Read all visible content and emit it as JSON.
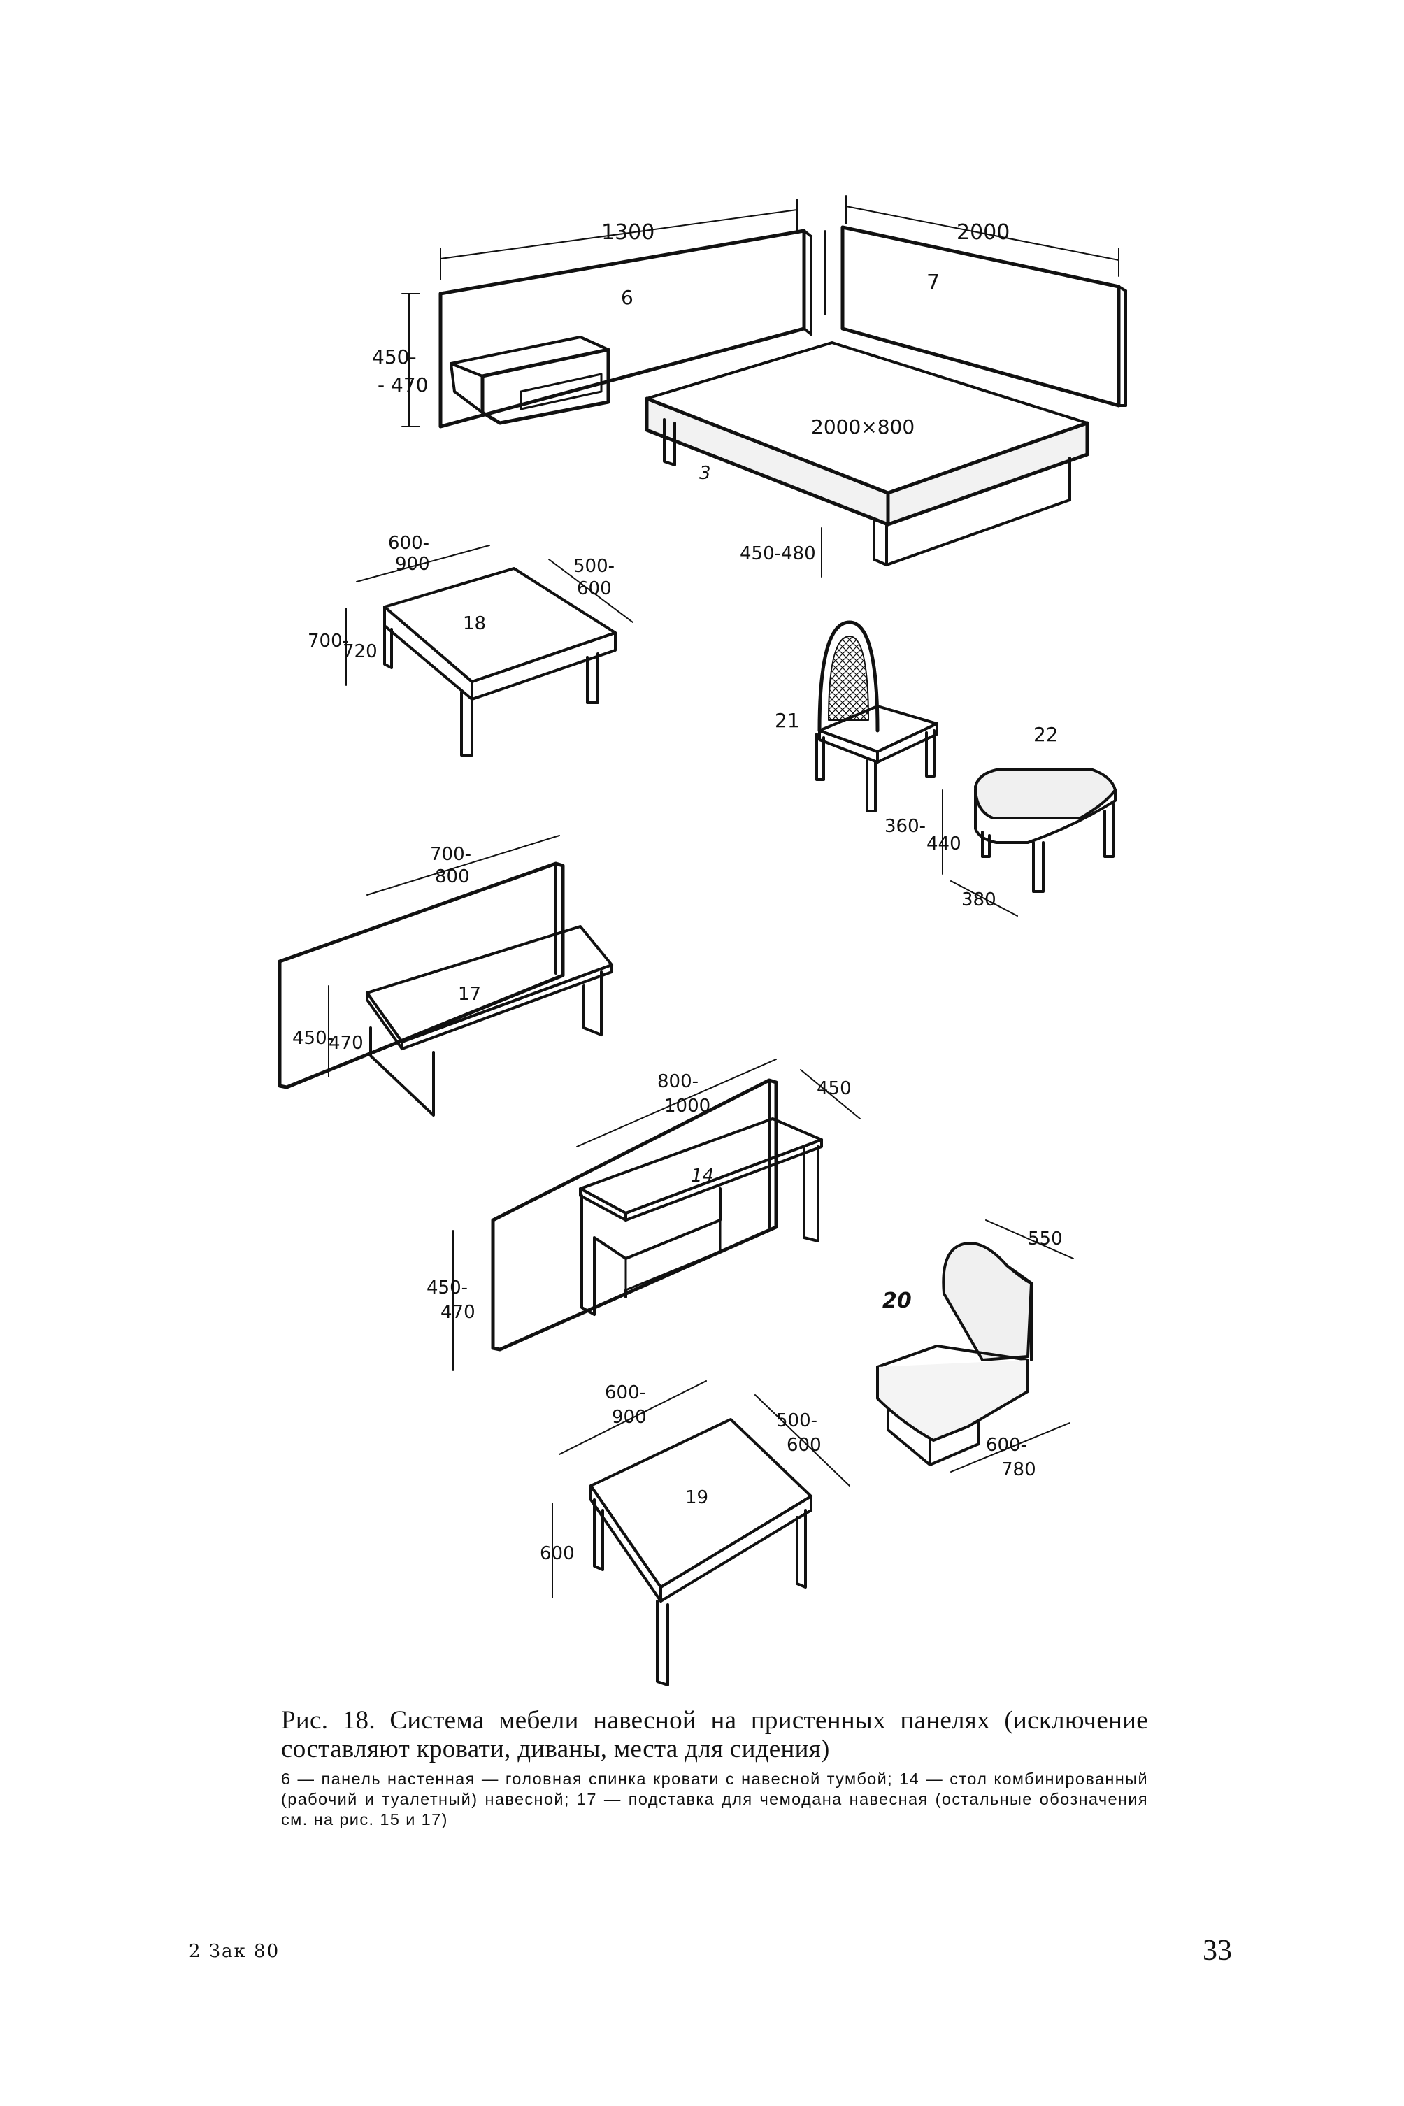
{
  "figure": {
    "items": [
      {
        "id": "6",
        "dims": [
          "1300",
          "450-",
          "- 470"
        ]
      },
      {
        "id": "7",
        "dims": [
          "2000"
        ]
      },
      {
        "id": "3",
        "dims": [
          "2000×800",
          "450-480"
        ]
      },
      {
        "id": "18",
        "dims": [
          "600-",
          "900",
          "500-",
          "600",
          "700-",
          "720"
        ]
      },
      {
        "id": "21",
        "dims": []
      },
      {
        "id": "22",
        "dims": [
          "360-",
          "440",
          "380"
        ]
      },
      {
        "id": "17",
        "dims": [
          "700-",
          "800",
          "450-",
          "470"
        ]
      },
      {
        "id": "14",
        "dims": [
          "800-",
          "1000",
          "450",
          "450-",
          "470"
        ]
      },
      {
        "id": "20",
        "dims": [
          "550",
          "600-",
          "780"
        ]
      },
      {
        "id": "19",
        "dims": [
          "600-",
          "900",
          "500-",
          "600",
          "600"
        ]
      }
    ]
  },
  "caption": {
    "title": "Рис. 18. Система мебели навесной на пристенных панелях (исключение составляют кровати, диваны, места для сидения)",
    "notes": "6 — панель настенная — головная спинка кровати с навесной тумбой; 14 — стол комбинированный (рабочий и туалетный) навесной; 17 — подставка для чемодана навесная (остальные обозначения см. на рис. 15 и 17)"
  },
  "footer": {
    "left": "2 Зак 80",
    "page_number": "33"
  }
}
